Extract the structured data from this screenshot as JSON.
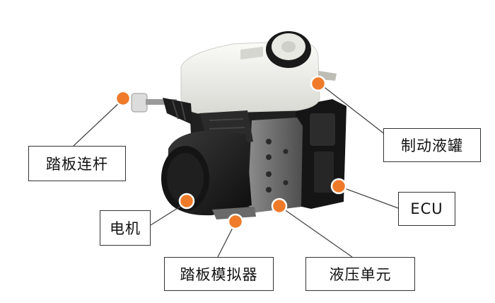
{
  "labels": {
    "pedal_rod": "踏板连杆",
    "motor": "电机",
    "pedal_simulator": "踏板模拟器",
    "hydraulic_unit": "液压单元",
    "ecu": "ECU",
    "reservoir": "制动液罐"
  },
  "colors": {
    "marker": "#ef7b2a",
    "leader_line": "#444444",
    "body_dark": "#1d1d1d",
    "reservoir": "#eeeeea"
  }
}
